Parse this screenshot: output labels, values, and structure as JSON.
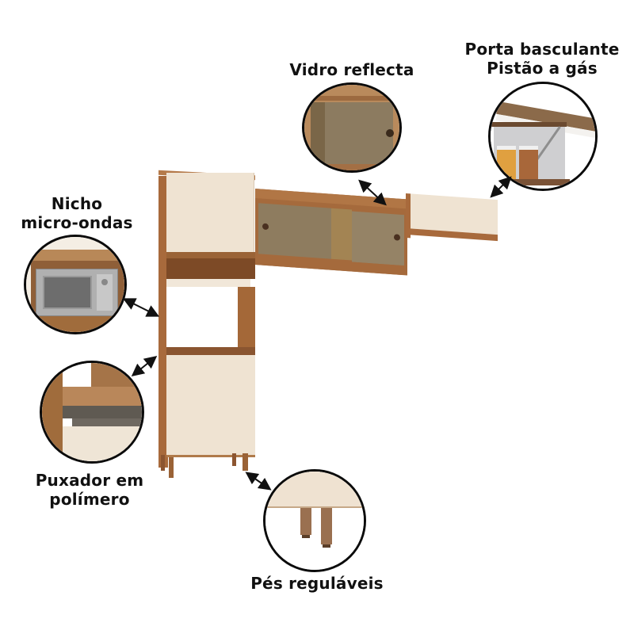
{
  "callouts": {
    "porta_basculante": {
      "line1": "Porta basculante",
      "line2": "Pistão a gás"
    },
    "vidro_reflecta": {
      "line1": "Vidro reflecta"
    },
    "nicho_micro_ondas": {
      "line1": "Nicho",
      "line2": "micro-ondas"
    },
    "puxador": {
      "line1": "Puxador em",
      "line2": "polímero"
    },
    "pes": {
      "line1": "Pés reguláveis"
    }
  },
  "colors": {
    "wood": "#a86a3c",
    "wood_dark": "#7d4a26",
    "cream": "#efe3d2",
    "glass": "#8f7d62",
    "outline": "#0b0b0b"
  }
}
